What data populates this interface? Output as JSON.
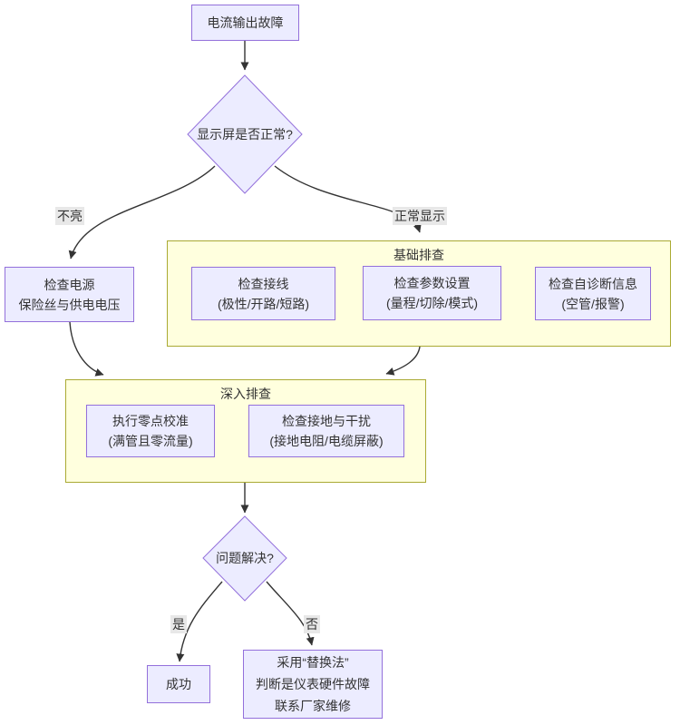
{
  "colors": {
    "node_fill": "#ECECFF",
    "node_border": "#9370DB",
    "cluster_fill": "#FFFFDE",
    "cluster_border": "#AAAA33",
    "edge": "#333333",
    "label_bg": "#E8E8E8",
    "text": "#333333"
  },
  "nodes": {
    "start": {
      "label": "电流输出故障"
    },
    "decision_display": {
      "label": "显示屏是否正常?"
    },
    "check_power": {
      "lines": [
        "检查电源",
        "保险丝与供电电压"
      ]
    },
    "check_wiring": {
      "lines": [
        "检查接线",
        "(极性/开路/短路)"
      ]
    },
    "check_params": {
      "lines": [
        "检查参数设置",
        "(量程/切除/模式)"
      ]
    },
    "check_diag": {
      "lines": [
        "检查自诊断信息",
        "(空管/报警)"
      ]
    },
    "zero_calibration": {
      "lines": [
        "执行零点校准",
        "(满管且零流量)"
      ]
    },
    "check_grounding": {
      "lines": [
        "检查接地与干扰",
        "(接地电阻/电缆屏蔽)"
      ]
    },
    "decision_solved": {
      "label": "问题解决?"
    },
    "success": {
      "label": "成功"
    },
    "replace_method": {
      "lines": [
        "采用“替换法”",
        "判断是仪表硬件故障",
        "联系厂家维修"
      ]
    }
  },
  "clusters": {
    "basic": {
      "title": "基础排查"
    },
    "deep": {
      "title": "深入排查"
    }
  },
  "edge_labels": {
    "not_lit": "不亮",
    "normal_display": "正常显示",
    "yes": "是",
    "no": "否"
  }
}
